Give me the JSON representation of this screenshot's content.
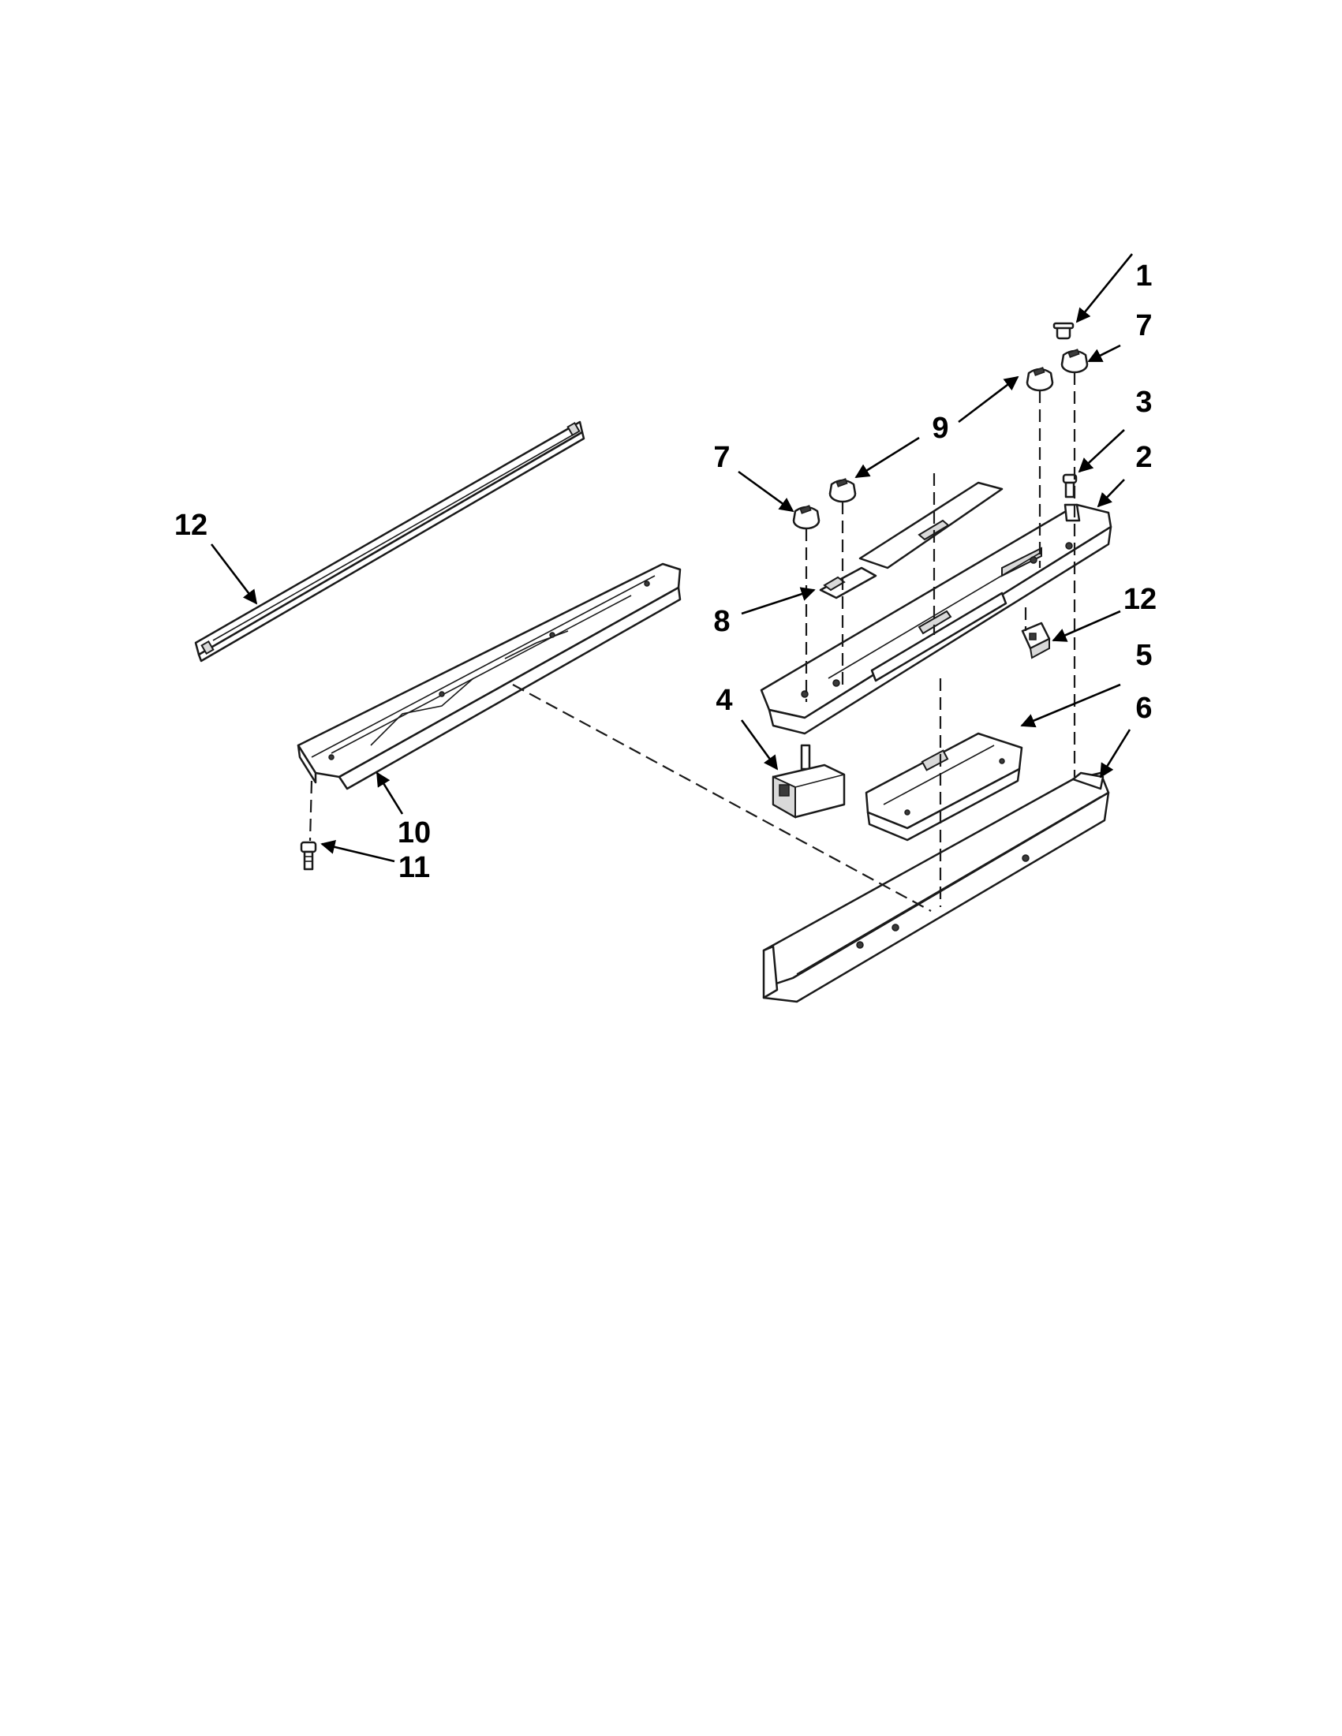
{
  "callouts": [
    {
      "id": "c1",
      "label": "1"
    },
    {
      "id": "c7a",
      "label": "7"
    },
    {
      "id": "c9",
      "label": "9"
    },
    {
      "id": "c3",
      "label": "3"
    },
    {
      "id": "c7b",
      "label": "7"
    },
    {
      "id": "c2",
      "label": "2"
    },
    {
      "id": "c12a",
      "label": "12"
    },
    {
      "id": "c8",
      "label": "8"
    },
    {
      "id": "c12b",
      "label": "12"
    },
    {
      "id": "c5",
      "label": "5"
    },
    {
      "id": "c4",
      "label": "4"
    },
    {
      "id": "c6",
      "label": "6"
    },
    {
      "id": "c10",
      "label": "10"
    },
    {
      "id": "c11",
      "label": "11"
    }
  ]
}
